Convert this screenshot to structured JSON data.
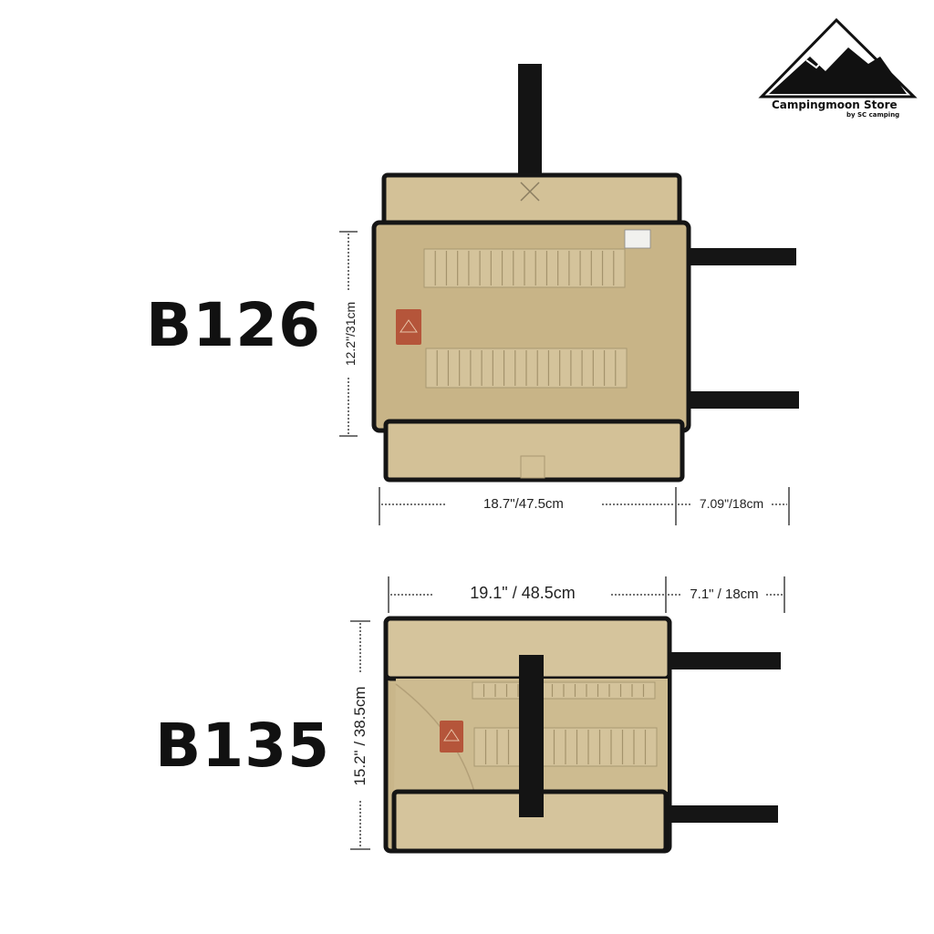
{
  "brand": {
    "name": "Campingmoon Store",
    "tagline": "by SC camping"
  },
  "products": [
    {
      "model": "B126",
      "height_label": "12.2\"/31cm",
      "width_label": "18.7\"/47.5cm",
      "flap_label": "7.09\"/18cm"
    },
    {
      "model": "B135",
      "height_label": "15.2\" / 38.5cm",
      "width_label": "19.1\" / 48.5cm",
      "flap_label": "7.1\" / 18cm"
    }
  ],
  "colors": {
    "canvas": "#c9b68a",
    "canvas_light": "#d9c9a0",
    "binding": "#151515",
    "patch": "#b5553a"
  }
}
